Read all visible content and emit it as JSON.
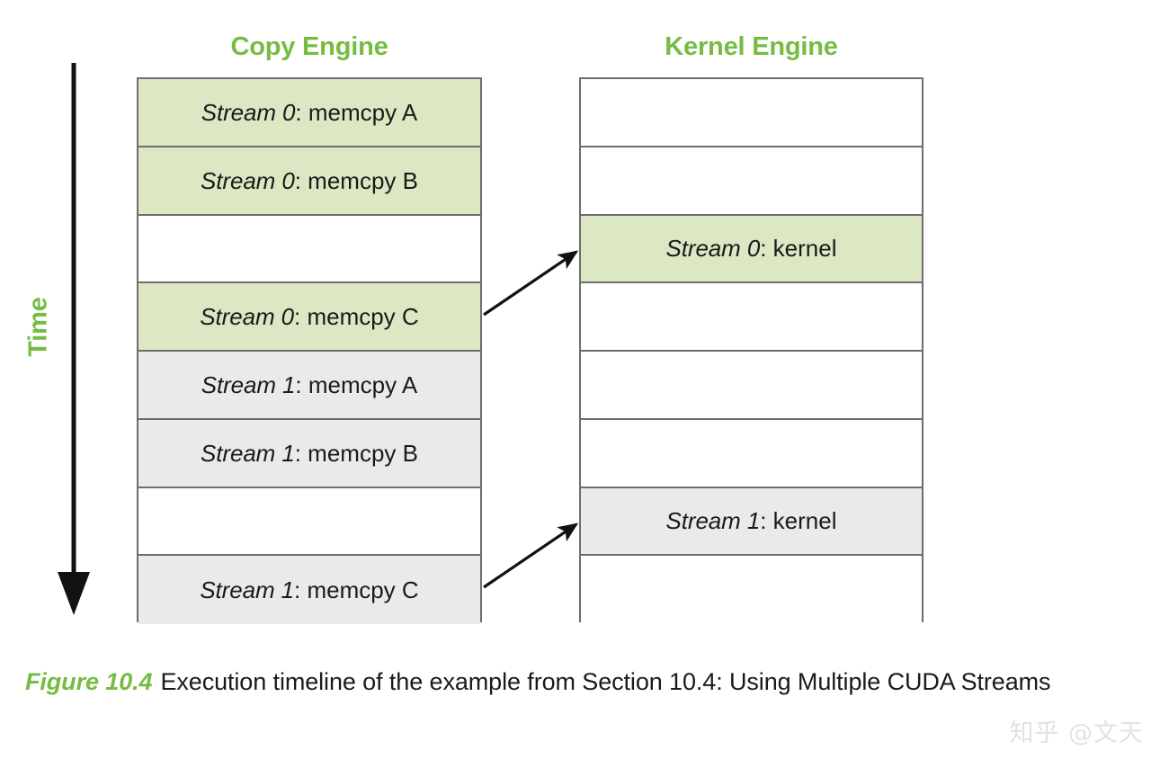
{
  "figure": {
    "time_axis_label": "Time",
    "accent_color": "#76bc43",
    "fill_green": "#dbe8c3",
    "fill_gray": "#eaeaea",
    "border_color": "#6d6d6d"
  },
  "columns": [
    {
      "id": "copy-engine",
      "header": "Copy Engine",
      "slots": [
        {
          "stream": "Stream 0",
          "op": ": memcpy A",
          "fill": "green"
        },
        {
          "stream": "Stream 0",
          "op": ": memcpy B",
          "fill": "green"
        },
        {
          "stream": "",
          "op": "",
          "fill": "none"
        },
        {
          "stream": "Stream 0",
          "op": ": memcpy C",
          "fill": "green"
        },
        {
          "stream": "Stream 1",
          "op": ": memcpy A",
          "fill": "gray"
        },
        {
          "stream": "Stream 1",
          "op": ": memcpy B",
          "fill": "gray"
        },
        {
          "stream": "",
          "op": "",
          "fill": "none"
        },
        {
          "stream": "Stream 1",
          "op": ": memcpy C",
          "fill": "gray"
        }
      ]
    },
    {
      "id": "kernel-engine",
      "header": "Kernel Engine",
      "slots": [
        {
          "stream": "",
          "op": "",
          "fill": "none"
        },
        {
          "stream": "",
          "op": "",
          "fill": "none"
        },
        {
          "stream": "Stream 0",
          "op": ": kernel",
          "fill": "green"
        },
        {
          "stream": "",
          "op": "",
          "fill": "none"
        },
        {
          "stream": "",
          "op": "",
          "fill": "none"
        },
        {
          "stream": "",
          "op": "",
          "fill": "none"
        },
        {
          "stream": "Stream 1",
          "op": ": kernel",
          "fill": "gray"
        },
        {
          "stream": "",
          "op": "",
          "fill": "none"
        }
      ]
    }
  ],
  "connectors": [
    {
      "from_slot": "copy-engine-slot-3",
      "to_slot": "kernel-engine-slot-2"
    },
    {
      "from_slot": "copy-engine-slot-7",
      "to_slot": "kernel-engine-slot-6"
    }
  ],
  "caption": {
    "figure_number": "Figure 10.4",
    "text": "Execution timeline of the example from Section 10.4: Using Multiple CUDA Streams"
  },
  "watermark": {
    "text": "知乎 @文天"
  }
}
